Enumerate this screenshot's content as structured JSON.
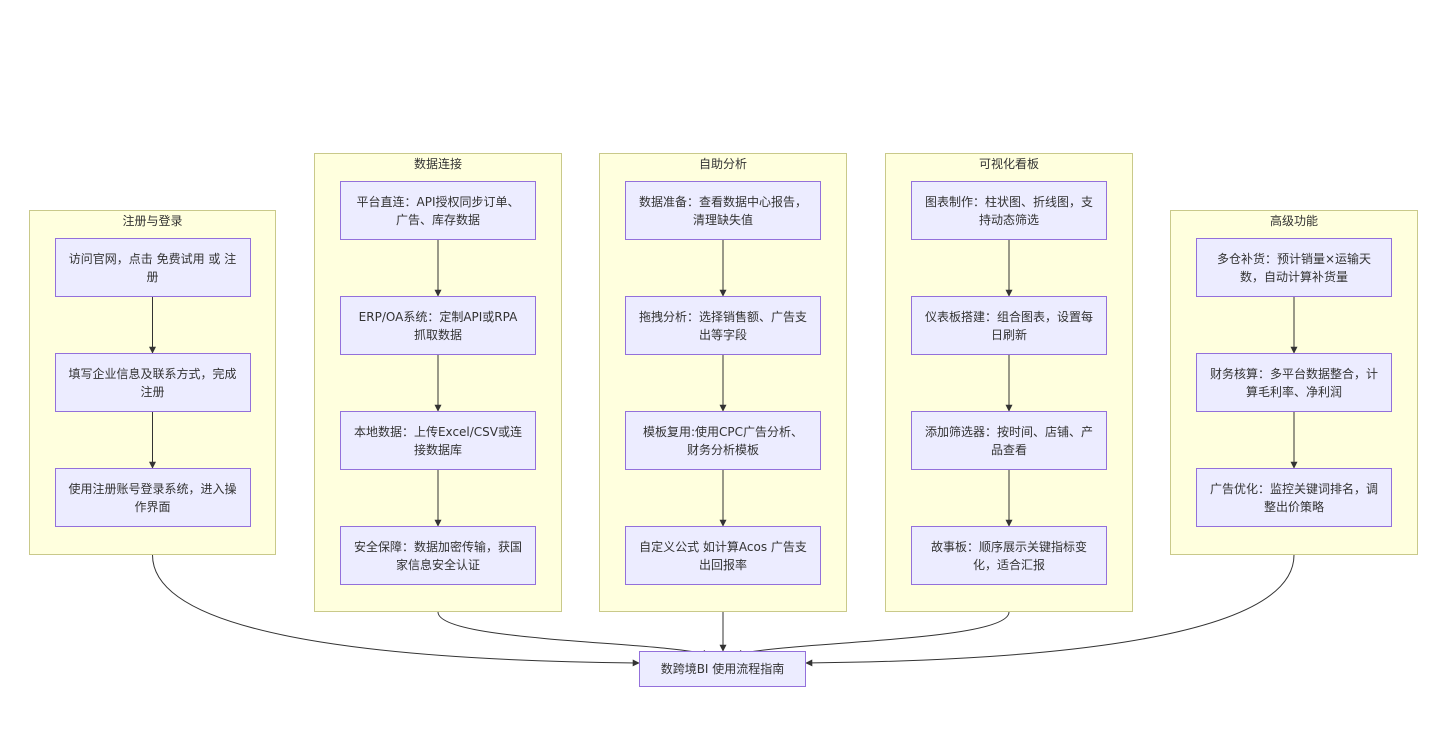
{
  "groups": [
    {
      "title": "注册与登录",
      "steps": [
        "访问官网，点击 免费试用 或 注册",
        "填写企业信息及联系方式，完成注册",
        "使用注册账号登录系统，进入操作界面"
      ]
    },
    {
      "title": "数据连接",
      "steps": [
        "平台直连：API授权同步订单、广告、库存数据",
        "ERP/OA系统：定制API或RPA抓取数据",
        "本地数据：上传Excel/CSV或连接数据库",
        "安全保障：数据加密传输，获国家信息安全认证"
      ]
    },
    {
      "title": "自助分析",
      "steps": [
        "数据准备：查看数据中心报告，清理缺失值",
        "拖拽分析：选择销售额、广告支出等字段",
        "模板复用:使用CPC广告分析、财务分析模板",
        "自定义公式 如计算Acos 广告支出回报率"
      ]
    },
    {
      "title": "可视化看板",
      "steps": [
        "图表制作：柱状图、折线图，支持动态筛选",
        "仪表板搭建：组合图表，设置每日刷新",
        "添加筛选器：按时间、店铺、产品查看",
        "故事板：顺序展示关键指标变化，适合汇报"
      ]
    },
    {
      "title": "高级功能",
      "steps": [
        "多仓补货：预计销量×运输天数，自动计算补货量",
        "财务核算：多平台数据整合，计算毛利率、净利润",
        "广告优化：监控关键词排名，调整出价策略"
      ]
    }
  ],
  "target": "数跨境BI 使用流程指南",
  "colors": {
    "cluster_fill": "#ffffde",
    "cluster_border": "#c9c98a",
    "node_fill": "#ececff",
    "node_border": "#9370db",
    "edge": "#333333"
  }
}
